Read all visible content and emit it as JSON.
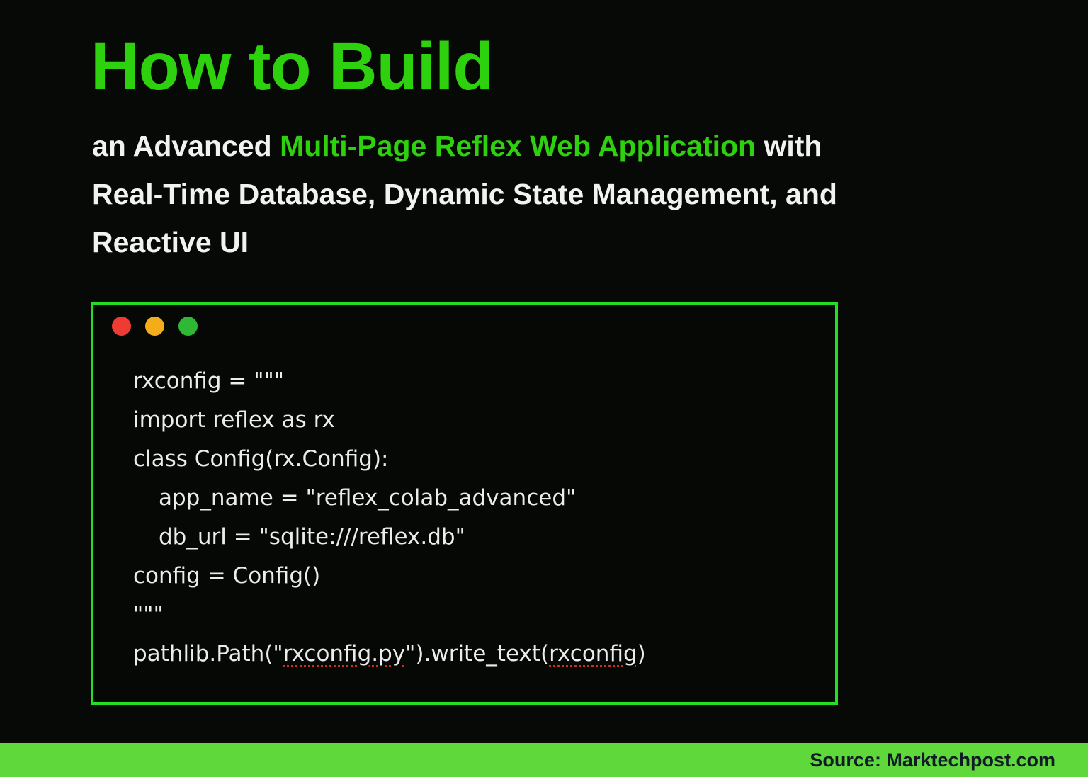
{
  "colors": {
    "accent_green": "#2ed10e",
    "window_border_green": "#20e020",
    "footer_green": "#5fd83c"
  },
  "header": {
    "title": "How to Build",
    "subtitle_lines": [
      [
        {
          "text": "an Advanced ",
          "accent": false
        },
        {
          "text": "Multi-Page Reflex Web Application",
          "accent": true
        },
        {
          "text": " with",
          "accent": false
        }
      ],
      [
        {
          "text": "Real-Time Database, Dynamic State Management, and",
          "accent": false
        }
      ],
      [
        {
          "text": "Reactive UI",
          "accent": false
        }
      ]
    ]
  },
  "code_window": {
    "window_controls": [
      {
        "name": "close",
        "color": "#ee3b33"
      },
      {
        "name": "minimize",
        "color": "#f5ac1a"
      },
      {
        "name": "zoom",
        "color": "#2fb834"
      }
    ],
    "code_lines": [
      {
        "indent": 0,
        "segments": [
          {
            "text": "rxconfig = \"\"\"",
            "spell_error": false
          }
        ]
      },
      {
        "indent": 0,
        "segments": [
          {
            "text": "import reflex as rx",
            "spell_error": false
          }
        ]
      },
      {
        "indent": 0,
        "segments": [
          {
            "text": "class Config(rx.Config):",
            "spell_error": false
          }
        ]
      },
      {
        "indent": 1,
        "segments": [
          {
            "text": "app_name = \"reflex_colab_advanced\"",
            "spell_error": false
          }
        ]
      },
      {
        "indent": 1,
        "segments": [
          {
            "text": "db_url = \"sqlite:///reflex.db\"",
            "spell_error": false
          }
        ]
      },
      {
        "indent": 0,
        "segments": [
          {
            "text": "config = Config()",
            "spell_error": false
          }
        ]
      },
      {
        "indent": 0,
        "segments": [
          {
            "text": "\"\"\"",
            "spell_error": false
          }
        ]
      },
      {
        "indent": 0,
        "segments": [
          {
            "text": "pathlib.Path(\"",
            "spell_error": false
          },
          {
            "text": "rxconfig.py",
            "spell_error": true
          },
          {
            "text": "\").write_text(",
            "spell_error": false
          },
          {
            "text": "rxconfig",
            "spell_error": true
          },
          {
            "text": ")",
            "spell_error": false
          }
        ]
      }
    ]
  },
  "footer": {
    "source_label": "Source: Marktechpost.com"
  }
}
